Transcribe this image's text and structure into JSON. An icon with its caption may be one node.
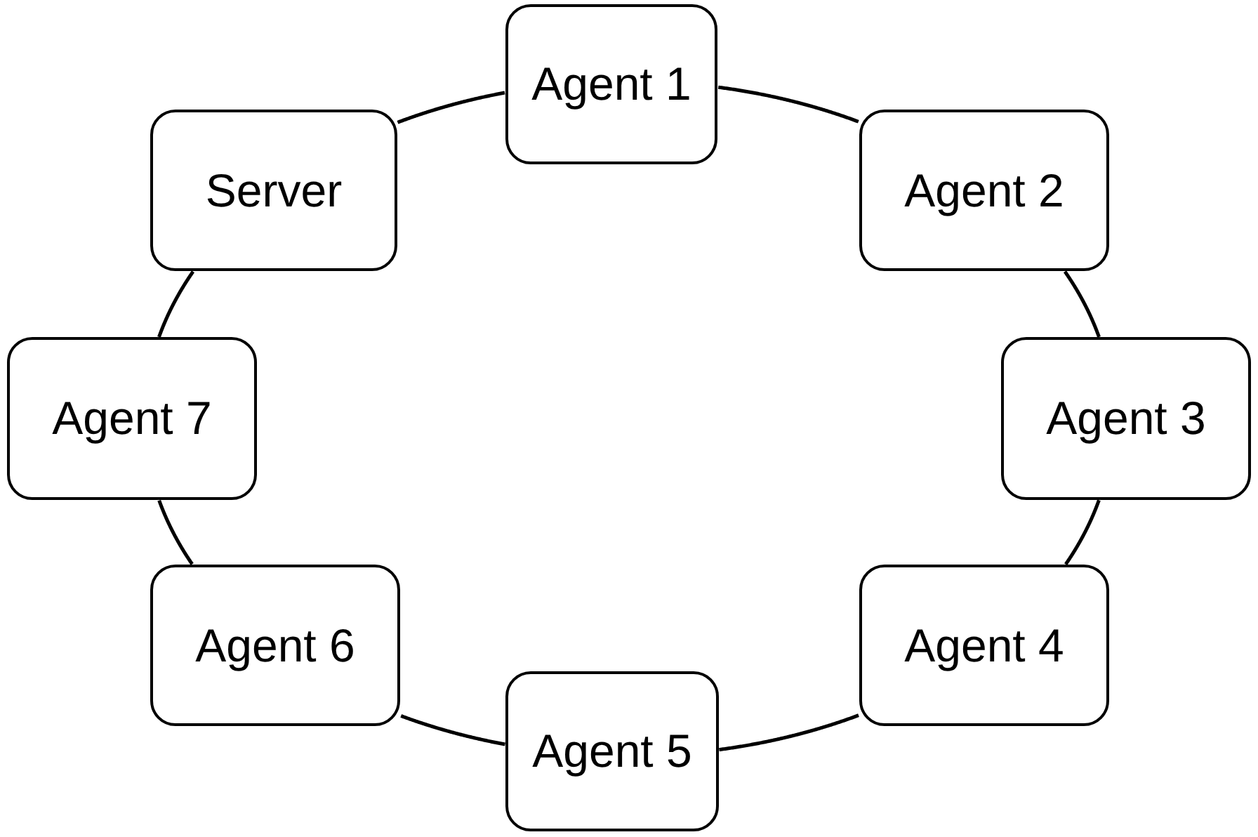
{
  "diagram": {
    "nodes": [
      {
        "text": [
          "Agent 1"
        ]
      },
      {
        "text": [
          "Server"
        ]
      },
      {
        "text": [
          "Agent 2"
        ]
      },
      {
        "text": [
          "Agent 7"
        ]
      },
      {
        "text": [
          "Agent 3"
        ]
      },
      {
        "text": [
          "Agent 6"
        ]
      },
      {
        "text": [
          "Agent 4"
        ]
      },
      {
        "text": [
          "Agent 5"
        ]
      }
    ],
    "edges": [
      {
        "from": 0,
        "to": 2,
        "arrow": "none"
      },
      {
        "from": 2,
        "to": 4,
        "arrow": "none"
      },
      {
        "from": 4,
        "to": 6,
        "arrow": "none"
      },
      {
        "from": 6,
        "to": 7,
        "arrow": "none"
      },
      {
        "from": 7,
        "to": 5,
        "arrow": "none"
      },
      {
        "from": 5,
        "to": 3,
        "arrow": "none"
      },
      {
        "from": 3,
        "to": 1,
        "arrow": "none"
      },
      {
        "from": 1,
        "to": 0,
        "arrow": "none"
      }
    ]
  }
}
